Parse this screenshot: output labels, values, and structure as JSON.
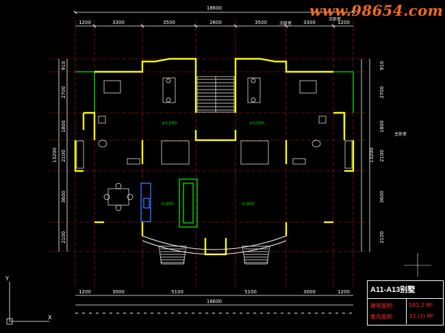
{
  "watermark": "www.98654.com",
  "dims": {
    "top_total": "18600",
    "top_segments": [
      "1200",
      "3300",
      "3500",
      "2600",
      "3500",
      "3300",
      "1200"
    ],
    "bottom_total": "18600",
    "bottom_segments": [
      "1200",
      "3000",
      "5100",
      "5100",
      "3000",
      "1200"
    ],
    "left_total": "13200",
    "left_segments": [
      "910",
      "2700",
      "1800",
      "2100",
      "3600",
      "2100"
    ],
    "right_total": "13200",
    "right_segments": [
      "910",
      "2700",
      "1800",
      "2100",
      "3600",
      "2100"
    ]
  },
  "annotations": {
    "top_a": "次卧室",
    "top_b": "次卧室",
    "right_side": "主卧室",
    "level_1": "±0.000",
    "level_2": "±0.000",
    "level_3": "-0.900",
    "level_4": "-0.900"
  },
  "axis_labels": {
    "y": "Y",
    "x": "X"
  },
  "info_box": {
    "title": "A11-A13别墅",
    "rows": [
      {
        "label": "建筑面积:",
        "value": "183.2 M²"
      },
      {
        "label": "套内面积:",
        "value": "33.(3) M²"
      }
    ]
  },
  "colors": {
    "wall": "#ffff00",
    "dim": "#ffffff",
    "grid": "#ff2020",
    "furniture": "#ffffff",
    "accent": "#00c000",
    "watermark": "#f26a1b"
  }
}
